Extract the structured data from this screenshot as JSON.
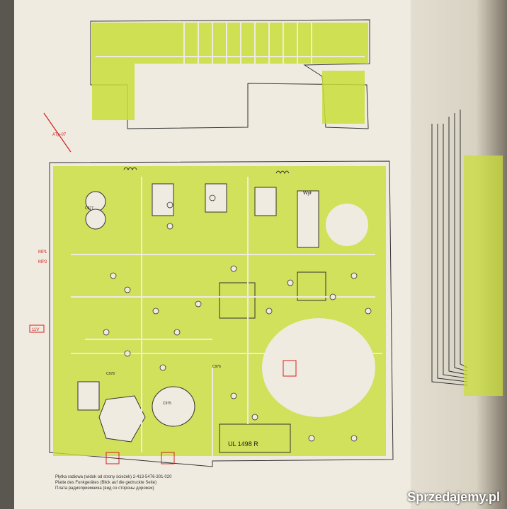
{
  "board": {
    "label_atp": "ATp-07",
    "label_mp1": "MP1",
    "label_mp2": "MP2",
    "label_11v": "11V",
    "label_wyl": "Wył",
    "label_ul": "UL 1498 R",
    "label_c877": "C877",
    "label_c978": "C978",
    "label_c975": "C975",
    "label_c976": "C976"
  },
  "caption": {
    "line1": "Płytka radiowa (widok od strony ścieżek)  2-413-5476-301-020",
    "line2": "Platte des Funkgerätes (Blick auf die gedruckte Seite)",
    "line3": "Плата радиоприемника (вид со стороны дорожек)"
  },
  "watermark": "Sprzedajemy.pl",
  "colors": {
    "trace": "#c9de3a",
    "paper": "#efebe0",
    "ink": "#333333",
    "marker": "#d42020"
  }
}
